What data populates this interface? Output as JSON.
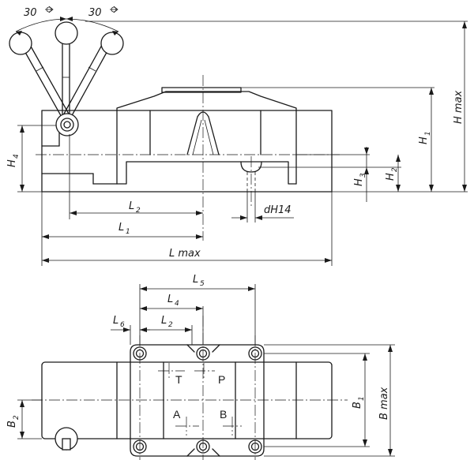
{
  "labels": {
    "angle_left": "30",
    "angle_right": "30",
    "h_max": "H max",
    "h1": "H",
    "h1_sub": "1",
    "h2": "H",
    "h2_sub": "2",
    "h3": "H",
    "h3_sub": "3",
    "h4": "H",
    "h4_sub": "4",
    "l2_top": "L",
    "l2_top_sub": "2",
    "l1": "L",
    "l1_sub": "1",
    "l_max": "L max",
    "dh14": "dH14",
    "l5": "L",
    "l5_sub": "5",
    "l4": "L",
    "l4_sub": "4",
    "l6": "L",
    "l6_sub": "6",
    "l2_bottom": "L",
    "l2_bottom_sub": "2",
    "b1": "B",
    "b1_sub": "1",
    "b_max": "B max",
    "b2": "B",
    "b2_sub": "2"
  },
  "ports": {
    "t": "T",
    "p": "P",
    "a": "A",
    "b": "B"
  }
}
